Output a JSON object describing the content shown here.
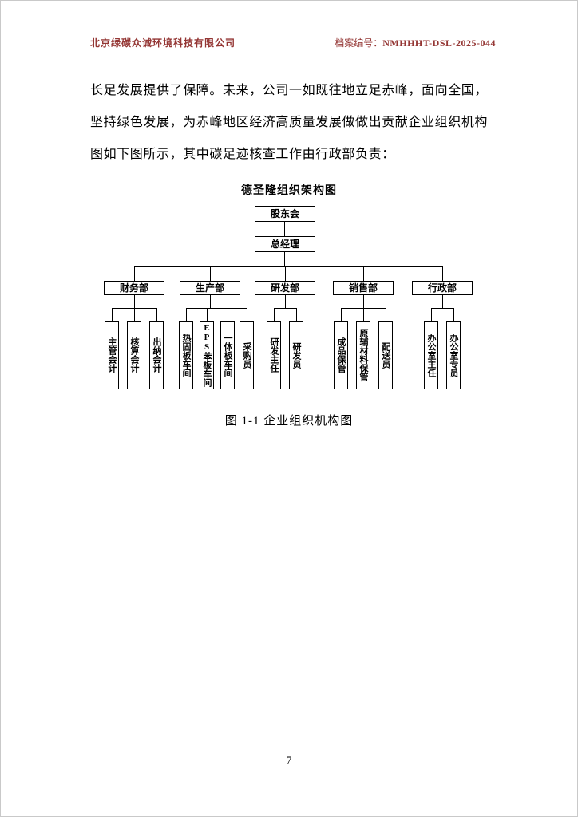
{
  "header": {
    "company": "北京绿碳众诚环境科技有限公司",
    "doc_label": "档案编号：",
    "doc_number": "NMHHHT-DSL-2025-044"
  },
  "body": {
    "paragraph": "长足发展提供了保障。未来，公司一如既往地立足赤峰，面向全国，坚持绿色发展，为赤峰地区经济高质量发展做做出贡献企业组织机构图如下图所示，其中碳足迹核查工作由行政部负责："
  },
  "org_chart": {
    "title": "德圣隆组织架构图",
    "root": "股东会",
    "level2": "总经理",
    "departments": [
      {
        "name": "财务部",
        "children": [
          "主管会计",
          "核算会计",
          "出纳会计"
        ]
      },
      {
        "name": "生产部",
        "children": [
          "热固板车间",
          "EPS苯板车间",
          "一体板车间",
          "采购员"
        ]
      },
      {
        "name": "研发部",
        "children": [
          "研发主任",
          "研发员"
        ]
      },
      {
        "name": "销售部",
        "children": [
          "成品保管",
          "原辅材料保管",
          "配送员"
        ]
      },
      {
        "name": "行政部",
        "children": [
          "办公室主任",
          "办公室专员"
        ]
      }
    ],
    "caption": "图 1-1 企业组织机构图"
  },
  "footer": {
    "page_number": "7"
  },
  "colors": {
    "header_accent": "#943634",
    "line": "#000000"
  }
}
